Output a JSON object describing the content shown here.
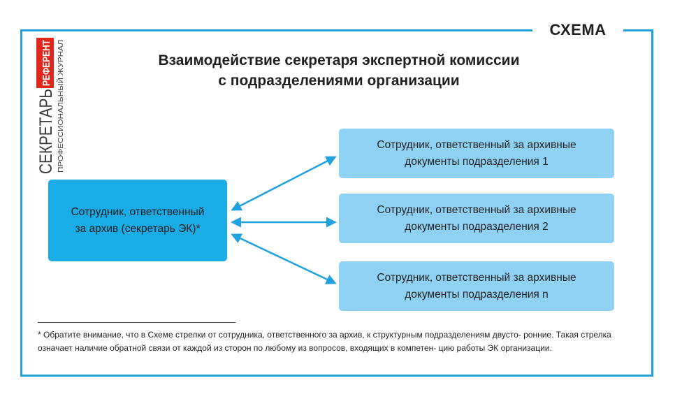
{
  "header": {
    "tag": "СХЕМА",
    "title_line1": "Взаимодействие секретаря экспертной комиссии",
    "title_line2": "с подразделениями организации"
  },
  "logo": {
    "word1": "СЕКРЕТАРЬ",
    "word2": "РЕФЕРЕНТ",
    "subtitle": "ПРОФЕССИОНАЛЬНЫЙ ЖУРНАЛ",
    "colors": {
      "red": "#e2261c",
      "text": "#3a3a3a"
    }
  },
  "diagram": {
    "main": {
      "line1": "Сотрудник, ответственный",
      "line2": "за архив (секретарь ЭК)*"
    },
    "departments": [
      {
        "line1": "Сотрудник, ответственный за архивные",
        "line2": "документы подразделения 1"
      },
      {
        "line1": "Сотрудник, ответственный за архивные",
        "line2": "документы подразделения 2"
      },
      {
        "line1": "Сотрудник, ответственный за архивные",
        "line2": "документы подразделения n"
      }
    ],
    "colors": {
      "main": "#1aace6",
      "department": "#8ed1f2",
      "arrow": "#1fa2dd",
      "frame": "#1fa2dd"
    }
  },
  "footnote": {
    "text": "* Обратите внимание, что в Схеме стрелки от сотрудника, ответственного за архив, к структурным подразделениям двусто- ронние. Такая стрелка означает наличие обратной связи от каждой из сторон по любому из вопросов, входящих в компетен- цию работы ЭК организации."
  }
}
